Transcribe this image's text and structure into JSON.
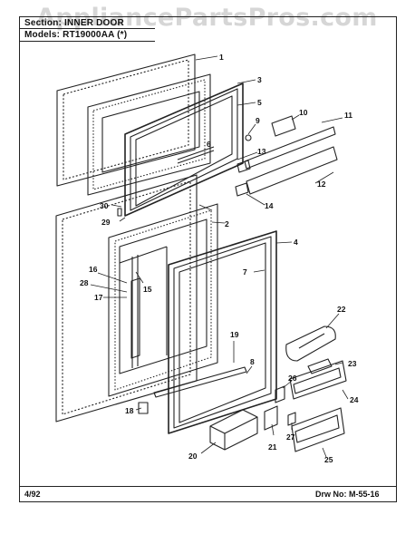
{
  "watermark": "AppliancePartsPros.com",
  "header": {
    "section_line": "Section: INNER DOOR",
    "model_line": "Models: RT19000AA (*)"
  },
  "footer": {
    "date": "4/92",
    "drawing_number": "Drw No: M-55-16"
  },
  "callouts": [
    "1",
    "2",
    "3",
    "4",
    "5",
    "6",
    "7",
    "8",
    "9",
    "10",
    "11",
    "12",
    "13",
    "14",
    "15",
    "16",
    "17",
    "18",
    "19",
    "20",
    "21",
    "22",
    "23",
    "24",
    "25",
    "26",
    "27",
    "28",
    "29",
    "30"
  ]
}
